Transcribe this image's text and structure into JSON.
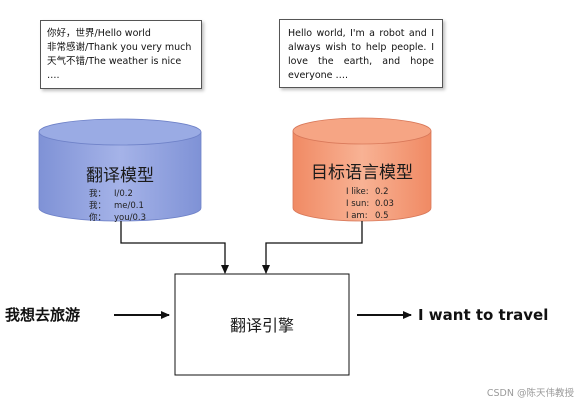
{
  "top_notes": {
    "left_lines": [
      "你好，世界/Hello world",
      "非常感谢/Thank you very much",
      "天气不错/The weather is nice",
      "…."
    ],
    "right_text": "Hello world, I'm a robot and I always wish to help people. I love the earth, and hope everyone …."
  },
  "translation_model": {
    "title": "翻译模型",
    "items": [
      {
        "key": "我：",
        "value": "I/0.2"
      },
      {
        "key": "我：",
        "value": "me/0.1"
      },
      {
        "key": "你：",
        "value": "you/0.3"
      }
    ],
    "color": "#8ea0db"
  },
  "language_model": {
    "title": "目标语言模型",
    "items": [
      {
        "key": "I like:",
        "value": "0.2"
      },
      {
        "key": "I sun:",
        "value": "0.03"
      },
      {
        "key": "I am:",
        "value": "0.5"
      }
    ],
    "color": "#f49c79"
  },
  "engine": {
    "label": "翻译引擎"
  },
  "input_text": "我想去旅游",
  "output_text": "I want to travel",
  "watermark": "CSDN @陈天伟教授"
}
